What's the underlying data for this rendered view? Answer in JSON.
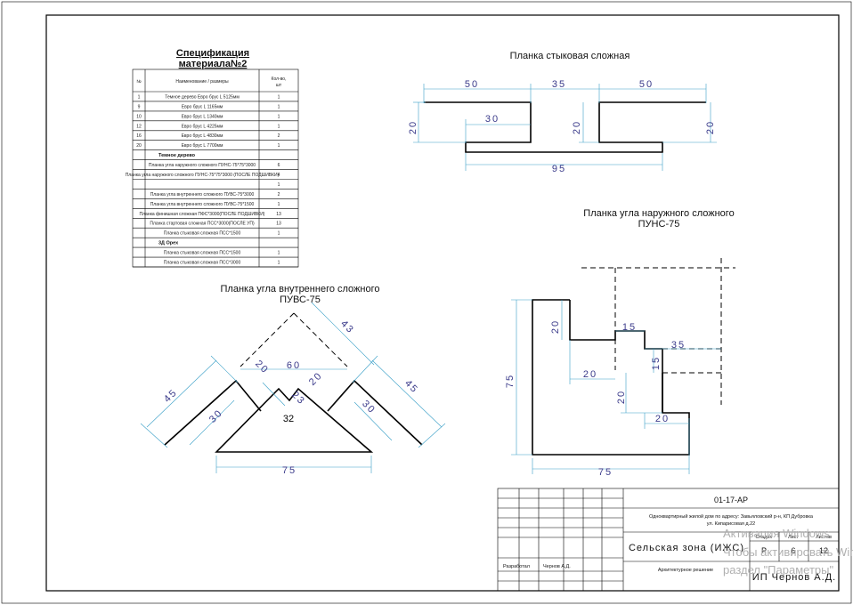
{
  "spec": {
    "title_line1": "Спецификация",
    "title_line2": "материала№2",
    "col_no": "№",
    "col_name": "Наименование / размеры",
    "col_qty_line1": "Кол-во,",
    "col_qty_line2": "шт",
    "rows": [
      {
        "no": "1",
        "name": "Темное дерево Евро брус L 5125мм",
        "qty": "1"
      },
      {
        "no": "9",
        "name": "Евро брус L 1165мм",
        "qty": "1"
      },
      {
        "no": "10",
        "name": "Евро брус L 1340мм",
        "qty": "1"
      },
      {
        "no": "12",
        "name": "Евро брус L 4225мм",
        "qty": "1"
      },
      {
        "no": "16",
        "name": "Евро брус L 4830мм",
        "qty": "2"
      },
      {
        "no": "20",
        "name": "Евро брус L 7700мм",
        "qty": "1"
      },
      {
        "no": "",
        "name": "Темное дерево",
        "qty": ""
      },
      {
        "no": "",
        "name": "Планка угла наружного сложного ПУНС-75*75*3000",
        "qty": "6"
      },
      {
        "no": "",
        "name": "Планка угла наружного сложного ПУНС-75*75*3000 (ПОСЛЕ ПОДШИВКИ)",
        "qty": "4"
      },
      {
        "no": "",
        "name": "",
        "qty": "1"
      },
      {
        "no": "",
        "name": "Планка угла внутреннего сложного ПУВС-75*3000",
        "qty": "2"
      },
      {
        "no": "",
        "name": "Планка угла внутреннего сложного ПУВС-75*1500",
        "qty": "1"
      },
      {
        "no": "",
        "name": "Планка финишная сложная ПФС*3000(ПОСЛЕ ПОДШИВКИ)",
        "qty": "13"
      },
      {
        "no": "",
        "name": "Планка стартовая сложная ПСС*3000(ПОСЛЕ УП)",
        "qty": "13"
      },
      {
        "no": "",
        "name": "Планка стыковая сложная ПСС*1500",
        "qty": "1"
      },
      {
        "no": "",
        "name": "3Д Орех",
        "qty": ""
      },
      {
        "no": "",
        "name": "Планка стыковая сложная ПСС*1500",
        "qty": "1"
      },
      {
        "no": "",
        "name": "Планка стыковая сложная ПСС*3000",
        "qty": "1"
      }
    ]
  },
  "drawing1": {
    "title": "Планка стыковая сложная",
    "d_top_left": "50",
    "d_top_mid": "35",
    "d_top_right": "50",
    "d_inner": "30",
    "d_left": "20",
    "d_mid": "20",
    "d_right": "20",
    "d_bottom": "95"
  },
  "drawing2": {
    "title_line1": "Планка угла наружного сложного",
    "title_line2": "ПУНС-75",
    "d_a": "20",
    "d_b": "15",
    "d_c": "35",
    "d_d": "15",
    "d_e": "20",
    "d_f": "20",
    "d_g": "20",
    "d_height": "75",
    "d_width": "75"
  },
  "drawing3": {
    "title_line1": "Планка угла внутреннего сложного",
    "title_line2": "ПУВС-75",
    "d_43": "43",
    "d_60": "60",
    "d_20a": "20",
    "d_20b": "20",
    "d_23": "23",
    "d_45l": "45",
    "d_45r": "45",
    "d_30l": "30",
    "d_30r": "30",
    "d_32": "32",
    "d_75": "75"
  },
  "stamp": {
    "code": "01-17-АР",
    "address_line1": "Одноквартирный жилой дом по адресу: Завьяловский р-н, КП Дубровка",
    "address_line2": "ул. Кипарисовая д.22",
    "zone": "Сельская зона (ИЖС)",
    "stage_label": "Стадия",
    "sheet_label": "Лист",
    "sheets_label": "Листов",
    "stage": "Р",
    "sheet": "6",
    "sheets": "12",
    "developer_label": "Разработал",
    "developer": "Чернов А.Д.",
    "section": "Архитектурное решение",
    "company": "ИП Чернов А.Д."
  },
  "watermark": {
    "line1": "Активация Windows",
    "line2": "Чтобы активировать Windows,",
    "line3": "раздел \"Параметры\""
  }
}
